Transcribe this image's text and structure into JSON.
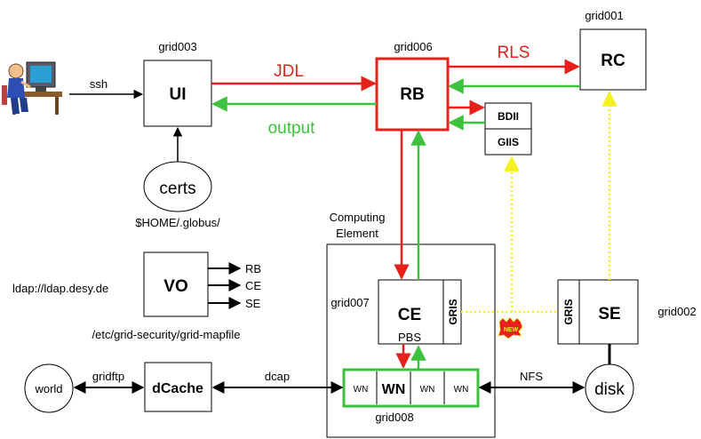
{
  "labels": {
    "grid003": "grid003",
    "grid006": "grid006",
    "grid001": "grid001",
    "grid007": "grid007",
    "grid002": "grid002",
    "grid008": "grid008",
    "ssh": "ssh",
    "jdl": "JDL",
    "rls": "RLS",
    "output": "output",
    "globus_path": "$HOME/.globus/",
    "computing": "Computing",
    "element": "Element",
    "ldap_url": "ldap://ldap.desy.de",
    "mapfile": "/etc/grid-security/grid-mapfile",
    "gridftp": "gridftp",
    "dcap": "dcap",
    "nfs": "NFS",
    "pbs": "PBS",
    "new_badge": "NEW"
  },
  "nodes": {
    "ui": "UI",
    "rb": "RB",
    "rc": "RC",
    "bdii": "BDII",
    "giis": "GIIS",
    "certs": "certs",
    "vo": "VO",
    "ce": "CE",
    "gris_ce": "GRIS",
    "se": "SE",
    "gris_se": "GRIS",
    "world": "world",
    "dcache": "dCache",
    "disk": "disk",
    "wn_cells": [
      "WN",
      "WN",
      "WN",
      "WN"
    ]
  },
  "vo_targets": [
    "RB",
    "CE",
    "SE"
  ],
  "colors": {
    "red": "#e8201c",
    "green": "#3cc23c",
    "yellow": "#f5f020",
    "black": "#000000",
    "user_icon": "person-at-computer-icon"
  }
}
